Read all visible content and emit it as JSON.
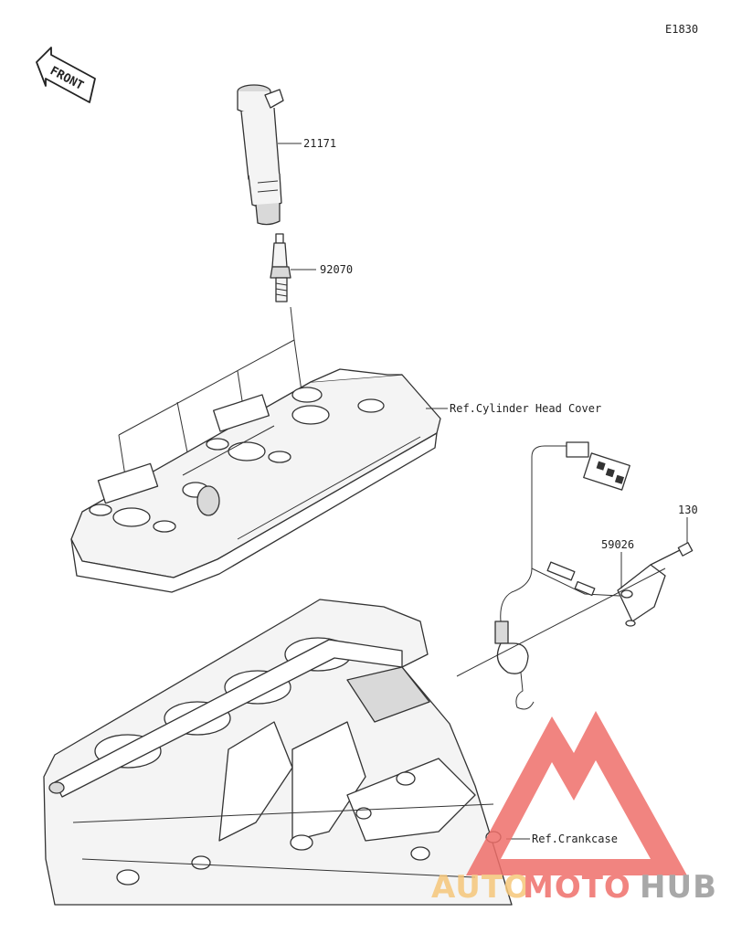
{
  "diagram": {
    "code": "E1830",
    "front_label": "FRONT",
    "parts": [
      {
        "number": "21171"
      },
      {
        "number": "92070"
      },
      {
        "number": "130"
      },
      {
        "number": "59026"
      }
    ],
    "refs": [
      {
        "text": "Ref.Cylinder Head Cover"
      },
      {
        "text": "Ref.Crankcase"
      }
    ]
  },
  "watermark": {
    "words": [
      "AUTO",
      "MOTO",
      "HUB"
    ],
    "colors": {
      "auto": "#f6c77a",
      "moto": "#ef6f6a",
      "hub": "#9a9a9a",
      "logo": "#ef6f6a"
    }
  }
}
